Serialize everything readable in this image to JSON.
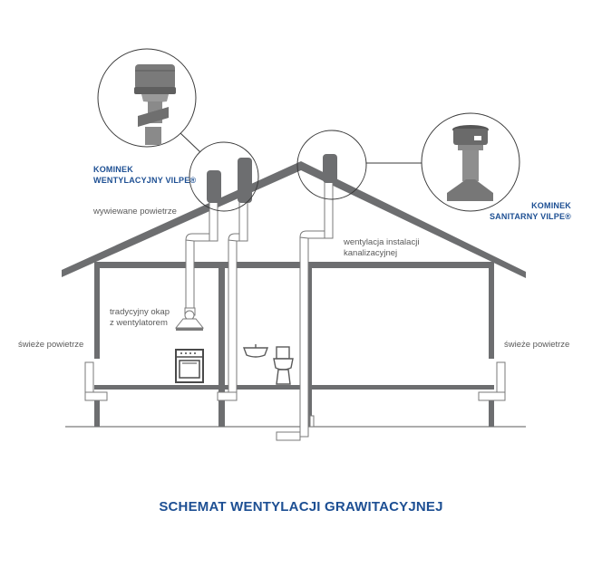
{
  "labels": {
    "kominek_wentylacyjny_line1": "KOMINEK",
    "kominek_wentylacyjny_line2": "WENTYLACYJNY VILPE®",
    "kominek_sanitarny_line1": "KOMINEK",
    "kominek_sanitarny_line2": "SANITARNY VILPE®",
    "wywiewane_powietrze": "wywiewane powietrze",
    "wentylacja_line1": "wentylacja instalacji",
    "wentylacja_line2": "kanalizacyjnej",
    "okap_line1": "tradycyjny okap",
    "okap_line2": "z wentylatorem",
    "swieze_left": "świeże powietrze",
    "swieze_right": "świeże powietrze"
  },
  "title": "SCHEMAT WENTYLACJI GRAWITACYJNEJ",
  "colors": {
    "structure": "#6d6e70",
    "pipe_outline": "#7a7a7a",
    "accent_text": "#1d4f93",
    "label_text": "#4a4a4a"
  }
}
